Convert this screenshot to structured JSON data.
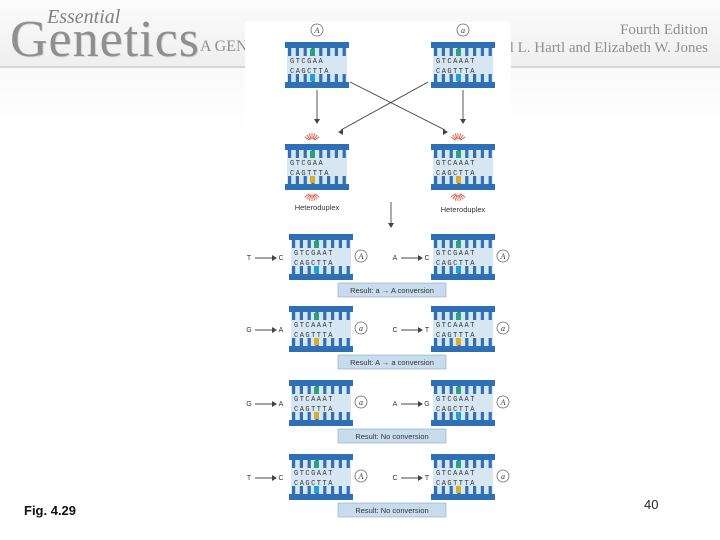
{
  "header": {
    "brand_small": "Essential",
    "brand_big": "Genetics",
    "brand_sub": "A GEN",
    "edition": "Fourth Edition",
    "authors": "el L. Hartl and Elizabeth W. Jones"
  },
  "figure": {
    "top_labels": [
      "A",
      "a"
    ],
    "top_strands": [
      {
        "top": "GTCGAA",
        "bottom": "CAGCTTA"
      },
      {
        "top": "GTCAAAT",
        "bottom": "CAGTTTA"
      }
    ],
    "heteroduplex_strands": [
      {
        "top": "GTCGAA",
        "bottom": "CAGTTTA"
      },
      {
        "top": "GTCAAAT",
        "bottom": "CAGCTTA"
      }
    ],
    "heteroduplex_label": "Heteroduplex",
    "rows": [
      {
        "left": {
          "from": "T",
          "to": "C",
          "allele": "A",
          "top": "GTCGAAT",
          "bottom": "CAGCTTA"
        },
        "right": {
          "from": "A",
          "to": "C",
          "allele": "A",
          "top": "GTCGAAT",
          "bottom": "CAGCTTA"
        },
        "result": "Result: a → A conversion"
      },
      {
        "left": {
          "from": "G",
          "to": "A",
          "allele": "a",
          "top": "GTCAAAT",
          "bottom": "CAGTTTA"
        },
        "right": {
          "from": "C",
          "to": "T",
          "allele": "a",
          "top": "GTCAAAT",
          "bottom": "CAGTTTA"
        },
        "result": "Result: A → a conversion"
      },
      {
        "left": {
          "from": "G",
          "to": "A",
          "allele": "a",
          "top": "GTCAAAT",
          "bottom": "CAGTTTA"
        },
        "right": {
          "from": "A",
          "to": "G",
          "allele": "A",
          "top": "GTCGAAT",
          "bottom": "CAGCTTA"
        },
        "result": "Result: No conversion"
      },
      {
        "left": {
          "from": "T",
          "to": "C",
          "allele": "A",
          "top": "GTCGAAT",
          "bottom": "CAGCTTA"
        },
        "right": {
          "from": "C",
          "to": "T",
          "allele": "a",
          "top": "GTCAAAT",
          "bottom": "CAGTTTA"
        },
        "result": "Result: No conversion"
      }
    ]
  },
  "footer": {
    "fig_label": "Fig. 4.29",
    "page_number": "40"
  },
  "colors": {
    "dna_blue": "#2f6fb5",
    "dna_light": "#d7e6f3",
    "top_base": "#2aa37a",
    "bottom_base": "#19a3d8",
    "mismatch": "#d8ad2a",
    "result_box": "#c9dcee",
    "spark": "#d9593c"
  }
}
